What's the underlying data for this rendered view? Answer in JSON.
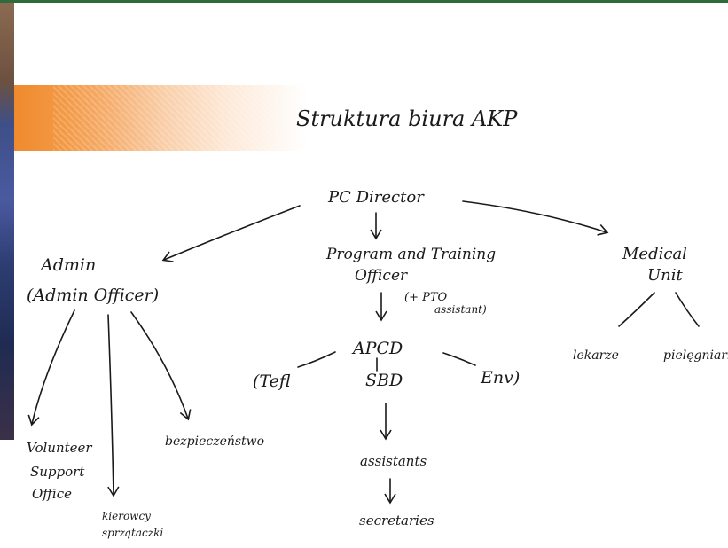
{
  "title": "Struktura biura AKP",
  "nodes": {
    "director": "PC Director",
    "admin_1": "Admin",
    "admin_2": "(Admin Officer)",
    "pto_1": "Program and Training",
    "pto_2": "Officer",
    "pto_assist_1": "(+ PTO",
    "pto_assist_2": "assistant)",
    "medical_1": "Medical",
    "medical_2": "Unit",
    "apcd": "APCD",
    "tefl": "(Tefl",
    "sbd": "SBD",
    "env": "Env)",
    "lekarze": "lekarze",
    "pielegniarki": "pielęgniarki",
    "vso_1": "Volunteer",
    "vso_2": "Support",
    "vso_3": "Office",
    "kierowcy_1": "kierowcy",
    "kierowcy_2": "sprzątaczki",
    "bezpieczenstwo": "bezpieczeństwo",
    "assistants": "assistants",
    "secretaries": "secretaries"
  }
}
